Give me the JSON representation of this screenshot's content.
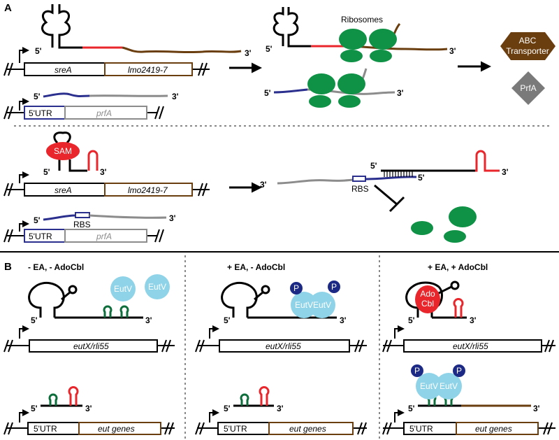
{
  "panels": {
    "a": "A",
    "b": "B"
  },
  "labels": {
    "five_prime": "5'",
    "three_prime": "3'",
    "ribosomes": "Ribosomes",
    "abc_transporter_line1": "ABC",
    "abc_transporter_line2": "Transporter",
    "prfa_protein": "PrfA",
    "srea": "sreA",
    "lmo": "lmo2419-7",
    "utr": "5'UTR",
    "prfa_gene": "prfA",
    "sam": "SAM",
    "rbs": "RBS",
    "eutv": "EutV",
    "p": "P",
    "ado": "Ado",
    "cbl": "Cbl",
    "eutx": "eutX/rli55",
    "eut_genes": "eut genes"
  },
  "conditions": [
    "- EA, - AdoCbl",
    "+ EA, - AdoCbl",
    "+ EA, + AdoCbl"
  ],
  "colors": {
    "brown": "#6b3e10",
    "red": "#e8262b",
    "blue": "#2b2f8e",
    "gray": "#8c8c8c",
    "green": "#0f9246",
    "darkgreen": "#0d6e3c",
    "lightblue": "#8fd3e8",
    "navy": "#1c2a85"
  }
}
